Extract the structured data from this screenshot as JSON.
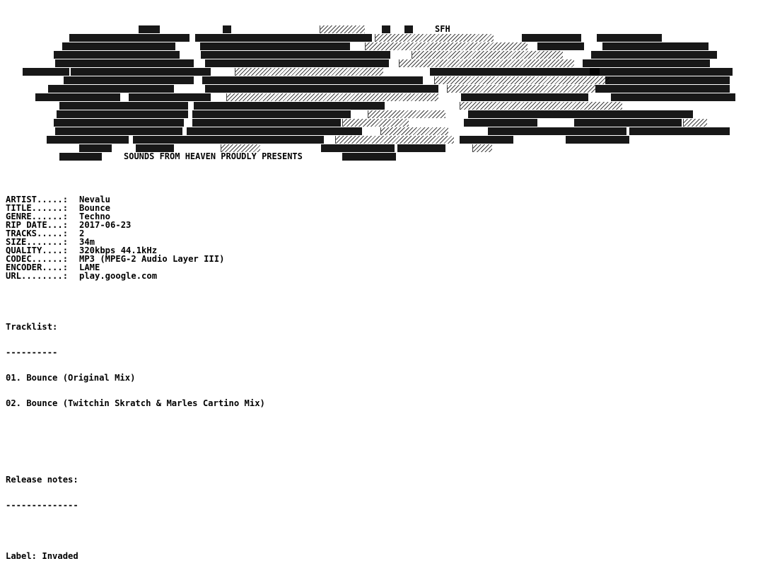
{
  "art": {
    "group_tag": "SFH",
    "slogan": "SOUNDS FROM HEAVEN PROUDLY PRESENTS"
  },
  "release": {
    "fields": [
      {
        "key": "ARTIST.....:",
        "value": "Nevalu"
      },
      {
        "key": "TITLE......:",
        "value": "Bounce"
      },
      {
        "key": "GENRE......:",
        "value": "Techno"
      },
      {
        "key": "RIP DATE...:",
        "value": "2017-06-23"
      },
      {
        "key": "TRACKS.....:",
        "value": "2"
      },
      {
        "key": "SIZE.......:",
        "value": "34m"
      },
      {
        "key": "QUALITY....:",
        "value": "320kbps 44.1kHz"
      },
      {
        "key": "CODEC......:",
        "value": "MP3 (MPEG-2 Audio Layer III)"
      },
      {
        "key": "ENCODER....:",
        "value": "LAME"
      },
      {
        "key": "URL........:",
        "value": "play.google.com"
      }
    ]
  },
  "tracklist": {
    "heading": "Tracklist:",
    "underline": "----------",
    "tracks": [
      "01. Bounce (Original Mix)",
      "02. Bounce (Twitchin Skratch & Marles Cartino Mix)"
    ]
  },
  "notes": {
    "heading": "Release notes:",
    "underline": "--------------",
    "label_line": "Label: Invaded"
  }
}
